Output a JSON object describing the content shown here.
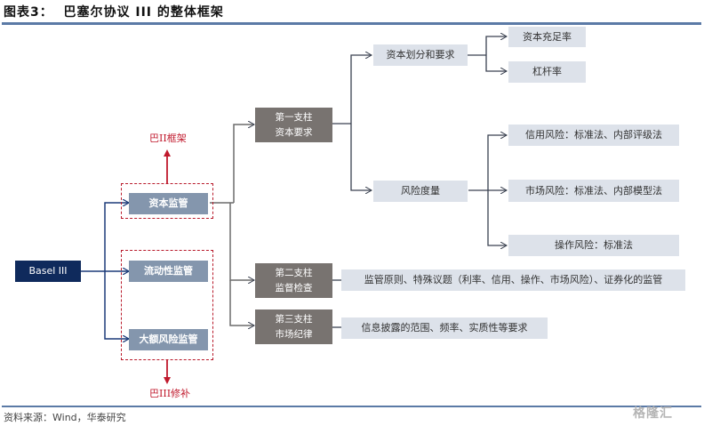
{
  "header": {
    "title": "图表3：  巴塞尔协议 III 的整体框架"
  },
  "diagram": {
    "root": "Basel III",
    "left_groups": {
      "basel2_label": "巴II框架",
      "basel3_label": "巴III修补",
      "capital": "资本监管",
      "liquidity": "流动性监管",
      "large_exposure": "大额风险监管"
    },
    "pillars": [
      {
        "line1": "第一支柱",
        "line2": "资本要求"
      },
      {
        "line1": "第二支柱",
        "line2": "监督检查"
      },
      {
        "line1": "第三支柱",
        "line2": "市场纪律"
      }
    ],
    "pillar1": {
      "capital_division": "资本划分和要求",
      "capital_adequacy": "资本充足率",
      "leverage": "杠杆率",
      "risk_measurement": "风险度量",
      "credit_risk": "信用风险：标准法、内部评级法",
      "market_risk": "市场风险：标准法、内部模型法",
      "operational_risk": "操作风险：标准法"
    },
    "pillar2_detail": "监管原则、特殊议题（利率、信用、操作、市场风险）、证券化的监管",
    "pillar3_detail": "信息披露的范围、频率、实质性等要求",
    "colors": {
      "navy": "#0f2a5c",
      "steel": "#8496ad",
      "pillar_gray": "#787370",
      "light_box": "#dde2ea",
      "red_accent": "#c0192c"
    }
  },
  "footer": {
    "source": "资料来源：Wind，华泰研究",
    "watermark": "格隆汇"
  }
}
